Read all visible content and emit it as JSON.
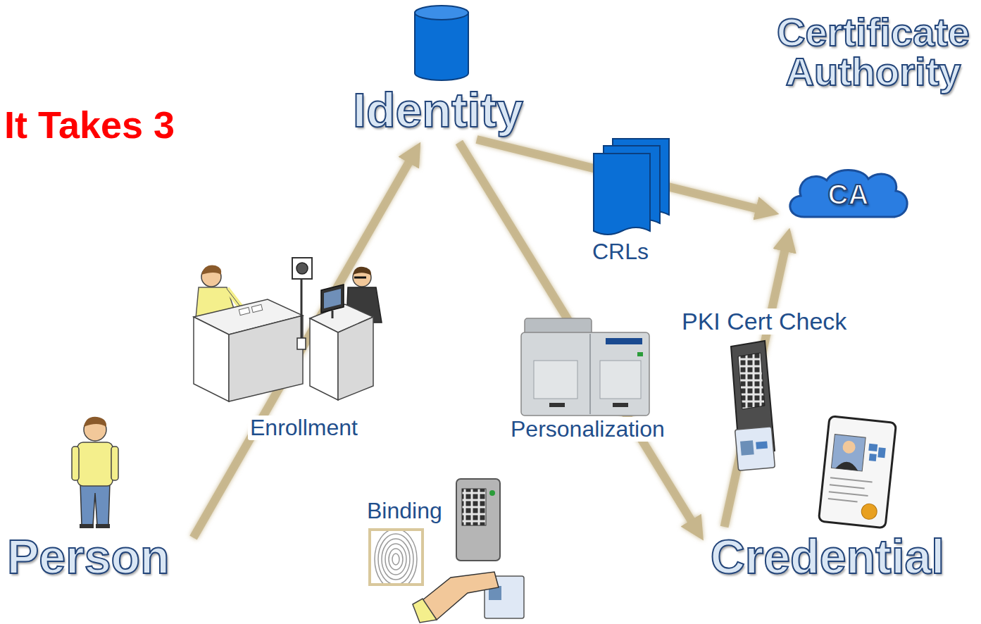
{
  "diagram": {
    "title": "It Takes 3",
    "nodes": [
      {
        "text": [
          "Identity"
        ]
      },
      {
        "text": [
          "Certificate Authority"
        ]
      },
      {
        "text": [
          "CA"
        ],
        "in": 1
      },
      {
        "text": [
          "Person"
        ]
      },
      {
        "text": [
          "Credential"
        ]
      }
    ],
    "edges": [
      {
        "from": 3,
        "to": 0,
        "label": "Enrollment",
        "arrow": "to"
      },
      {
        "from": 0,
        "to": 4,
        "label": "Personalization",
        "arrow": "to"
      },
      {
        "from": 4,
        "to": 3,
        "label": "Binding",
        "arrow": "to"
      },
      {
        "from": 0,
        "to": 2,
        "label": "CRLs",
        "arrow": "to"
      },
      {
        "from": 4,
        "to": 2,
        "label": "PKI Cert Check",
        "arrow": "to"
      }
    ]
  }
}
